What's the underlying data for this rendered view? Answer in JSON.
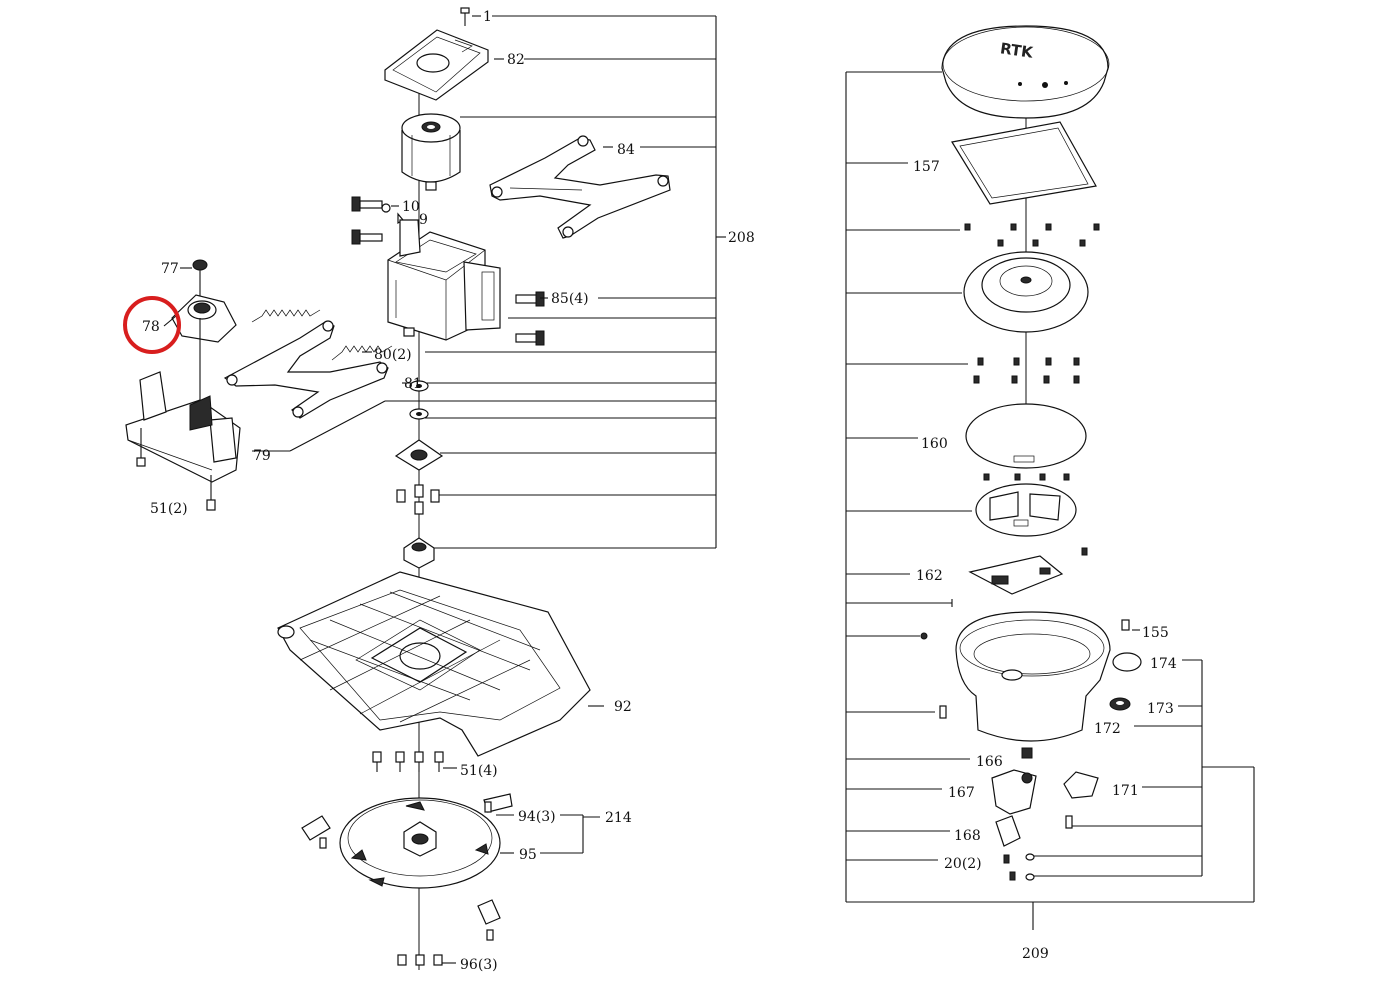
{
  "labels": {
    "l1": "1",
    "l82": "82",
    "l84": "84",
    "l208": "208",
    "l10": "10",
    "l9": "9",
    "l77": "77",
    "l78": "78",
    "l85": "85(4)",
    "l80": "80(2)",
    "l81": "81",
    "l79": "79",
    "l51a": "51(2)",
    "l92": "92",
    "l51b": "51(4)",
    "l94": "94(3)",
    "l214": "214",
    "l95": "95",
    "l96": "96(3)",
    "l157": "157",
    "l160": "160",
    "l162": "162",
    "l155": "155",
    "l174": "174",
    "l173": "173",
    "l172": "172",
    "l166": "166",
    "l171": "171",
    "l167": "167",
    "l168": "168",
    "l20": "20(2)",
    "l209": "209",
    "rtk": "RTK"
  },
  "highlight": {
    "target": "78",
    "color": "#d81e1e"
  }
}
